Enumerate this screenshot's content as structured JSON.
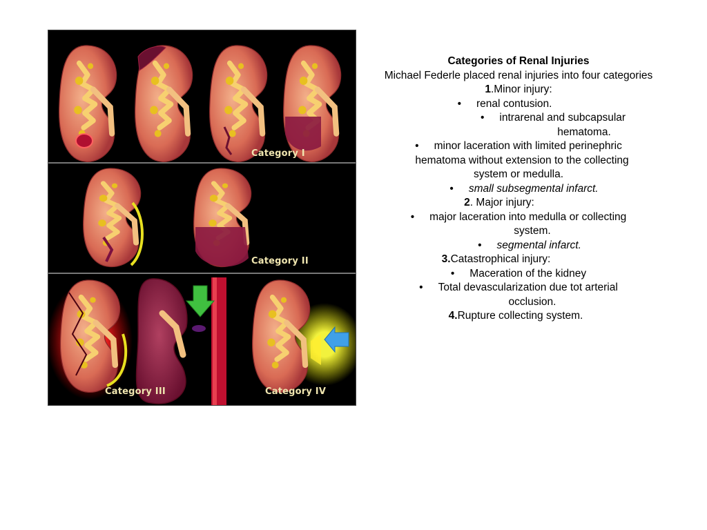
{
  "figure": {
    "labels": {
      "cat1": "Category I",
      "cat2": "Category II",
      "cat3": "Category III",
      "cat4": "Category IV"
    }
  },
  "text": {
    "title": "Categories of Renal Injuries",
    "intro": "Michael Federle placed renal injuries into four categories",
    "minor_num": "1",
    "minor_label": ".Minor injury:",
    "minor_items": [
      "renal contusion.",
      "intrarenal and subcapsular",
      "hematoma.",
      "minor laceration with limited perinephric",
      "hematoma without extension to the collecting",
      "system or medulla.",
      "small subsegmental infarct."
    ],
    "major_num": "2",
    "major_label": ". Major injury:",
    "major_items": [
      "major laceration into medulla or collecting",
      "system.",
      "segmental infarct."
    ],
    "cat_num": "3.",
    "cat_label": "Catastrophical injury:",
    "cat_items": [
      "Maceration of the kidney",
      "Total devascularization due tot arterial",
      "occlusion."
    ],
    "rupture_num": "4.",
    "rupture_label": "Rupture collecting system.",
    "bullet": "•"
  }
}
